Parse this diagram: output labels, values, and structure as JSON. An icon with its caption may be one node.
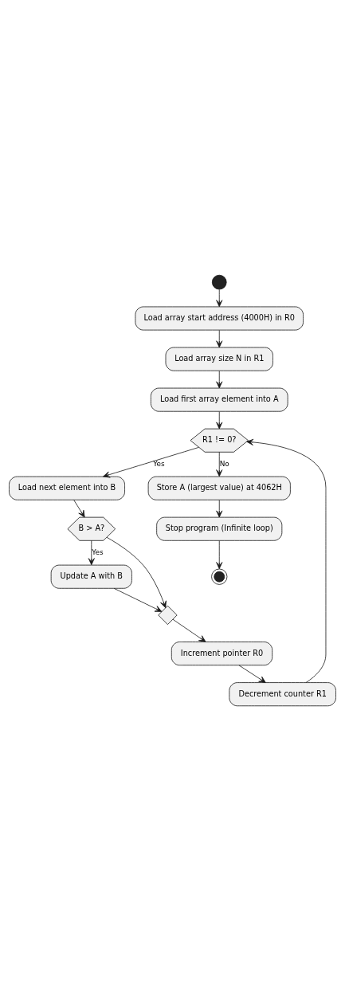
{
  "diagram": {
    "nodes": [
      {
        "text": [],
        "shape": "circle"
      },
      {
        "text": [
          "Load array start address (4000H) in R0"
        ]
      },
      {
        "text": [
          "Load array size N in R1"
        ]
      },
      {
        "text": [
          "Load first array element into A"
        ]
      },
      {
        "text": [
          "R1 != 0?"
        ]
      },
      {
        "text": [
          "Load next element into B"
        ]
      },
      {
        "text": [
          "B > A?"
        ]
      },
      {
        "text": [
          "Update A with B"
        ]
      },
      {
        "text": [],
        "shape": "diamond"
      },
      {
        "text": [
          "Increment pointer R0"
        ]
      },
      {
        "text": [
          "Decrement counter R1"
        ]
      },
      {
        "text": [
          "Store A (largest value) at 4062H"
        ]
      },
      {
        "text": [
          "Stop program (Infinite loop)"
        ]
      },
      {
        "text": [],
        "shape": "circle"
      }
    ],
    "edges": [
      {
        "from": 0,
        "to": 1,
        "arrow": "to"
      },
      {
        "from": 1,
        "to": 2,
        "arrow": "to"
      },
      {
        "from": 2,
        "to": 3,
        "arrow": "to"
      },
      {
        "from": 3,
        "to": 4,
        "arrow": "to"
      },
      {
        "from": 4,
        "to": 5,
        "arrow": "to",
        "label": "Yes"
      },
      {
        "from": 5,
        "to": 6,
        "arrow": "to"
      },
      {
        "from": 6,
        "to": 7,
        "arrow": "to",
        "label": "Yes"
      },
      {
        "from": 7,
        "to": 8,
        "arrow": "to"
      },
      {
        "from": 6,
        "to": 8,
        "arrow": "to"
      },
      {
        "from": 8,
        "to": 9,
        "arrow": "to"
      },
      {
        "from": 9,
        "to": 10,
        "arrow": "to"
      },
      {
        "from": 10,
        "to": 4,
        "arrow": "to"
      },
      {
        "from": 4,
        "to": 11,
        "arrow": "to",
        "label": "No"
      },
      {
        "from": 11,
        "to": 12,
        "arrow": "to"
      },
      {
        "from": 12,
        "to": 13,
        "arrow": "to"
      }
    ]
  }
}
